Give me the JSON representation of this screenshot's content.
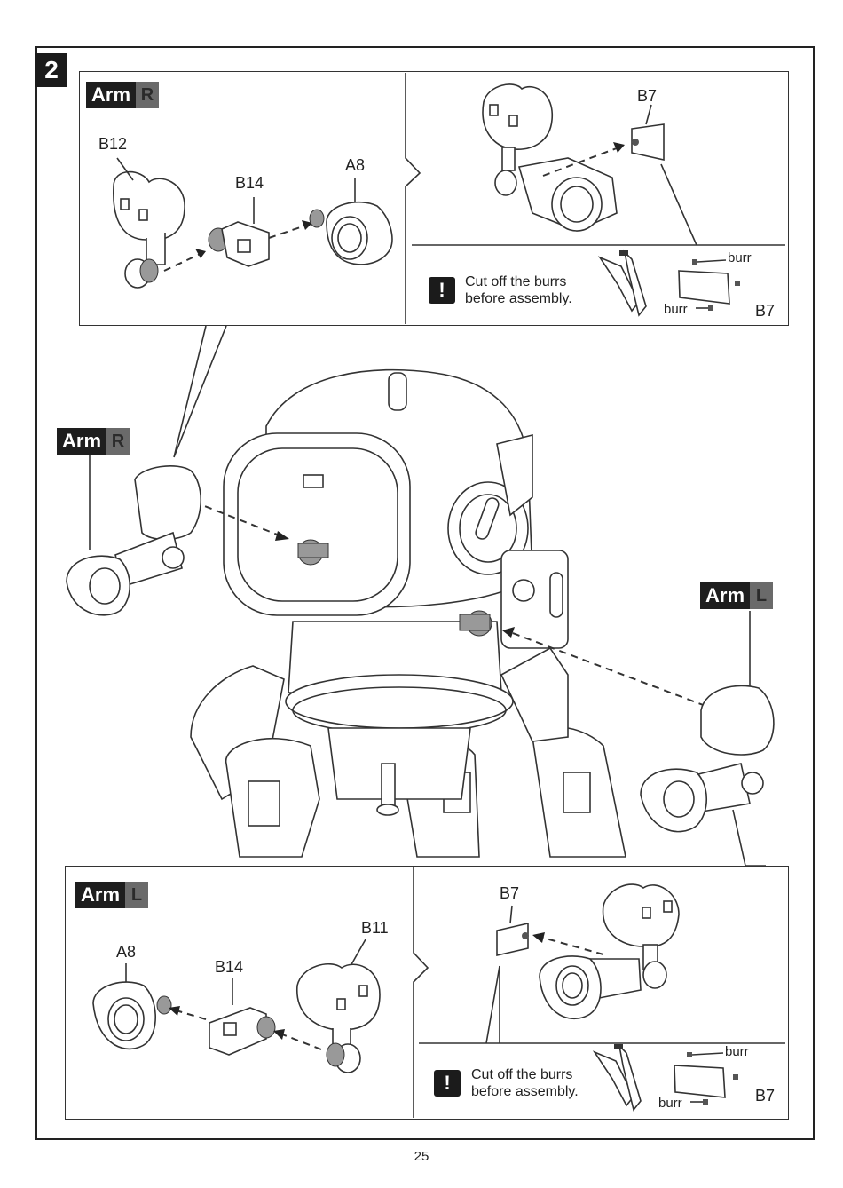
{
  "step": {
    "number": "2"
  },
  "top_panel": {
    "arm_label": "Arm",
    "side": "R",
    "parts": {
      "b12": "B12",
      "b14": "B14",
      "a8": "A8"
    },
    "detail": {
      "part": "B7",
      "note_icon": "!",
      "note_line1": "Cut off the burrs",
      "note_line2": "before assembly.",
      "burr_top": "burr",
      "burr_bottom": "burr",
      "part_label": "B7"
    }
  },
  "main": {
    "arm_right_label": "Arm",
    "arm_right_side": "R",
    "arm_left_label": "Arm",
    "arm_left_side": "L"
  },
  "bottom_panel": {
    "arm_label": "Arm",
    "side": "L",
    "parts": {
      "a8": "A8",
      "b14": "B14",
      "b11": "B11"
    },
    "detail": {
      "part": "B7",
      "note_icon": "!",
      "note_line1": "Cut off the burrs",
      "note_line2": "before assembly.",
      "burr_top": "burr",
      "burr_bottom": "burr",
      "part_label": "B7"
    }
  },
  "footer": {
    "page_number": "25"
  },
  "icons": [
    "exclamation-icon",
    "nippers-icon"
  ]
}
